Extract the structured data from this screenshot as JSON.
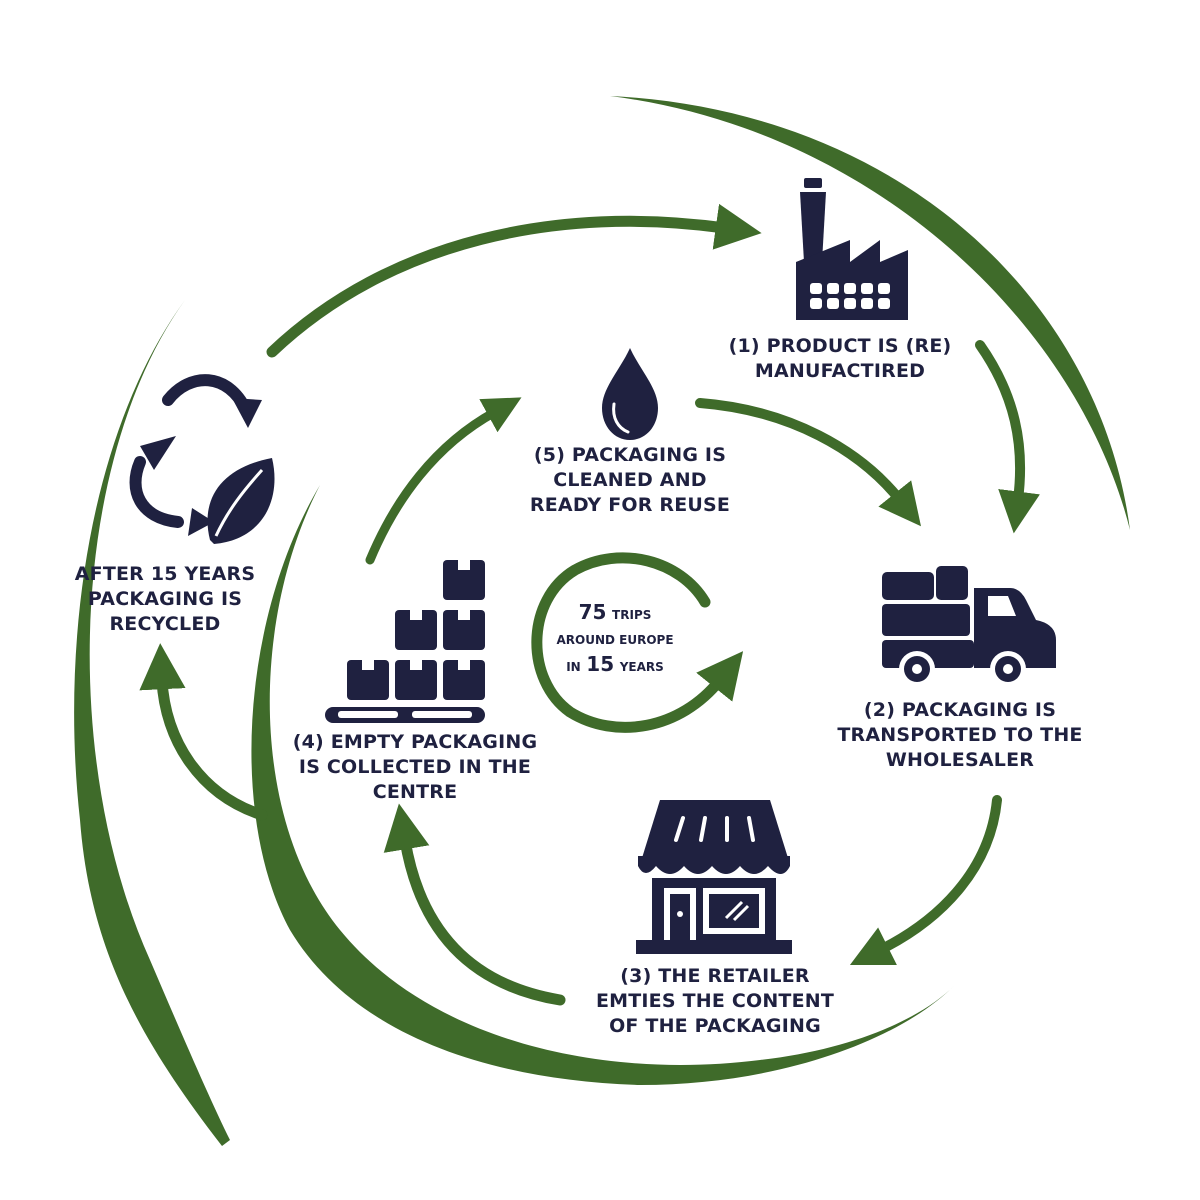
{
  "colors": {
    "arrow": "#3f6b2a",
    "icon": "#1f2140",
    "background": "#ffffff"
  },
  "icons": {
    "factory": "factory-icon",
    "truck": "delivery-truck-icon",
    "store": "storefront-icon",
    "boxes": "stacked-boxes-pallet-icon",
    "drop": "water-drop-icon",
    "recycle": "recycle-leaf-icon"
  },
  "steps": {
    "manufactured": {
      "line1": "(1) PRODUCT IS (RE)",
      "line2": "MANUFACTIRED"
    },
    "transported": {
      "line1": "(2) PACKAGING IS",
      "line2": "TRANSPORTED TO THE",
      "line3": "WHOLESALER"
    },
    "retailer": {
      "line1": "(3) THE RETAILER",
      "line2": "EMTIES THE CONTENT",
      "line3": "OF THE PACKAGING"
    },
    "collected": {
      "line1": "(4) EMPTY PACKAGING",
      "line2": "IS COLLECTED IN THE",
      "line3": "CENTRE"
    },
    "cleaned": {
      "line1": "(5) PACKAGING IS",
      "line2": "CLEANED AND",
      "line3": "READY FOR REUSE"
    },
    "recycled": {
      "line1": "AFTER 15 YEARS",
      "line2": "PACKAGING IS",
      "line3": "RECYCLED"
    }
  },
  "center": {
    "trips_number": "75",
    "trips_word": "TRIPS",
    "around": "AROUND EUROPE",
    "in_word": "IN",
    "years_number": "15",
    "years_word": "YEARS"
  }
}
